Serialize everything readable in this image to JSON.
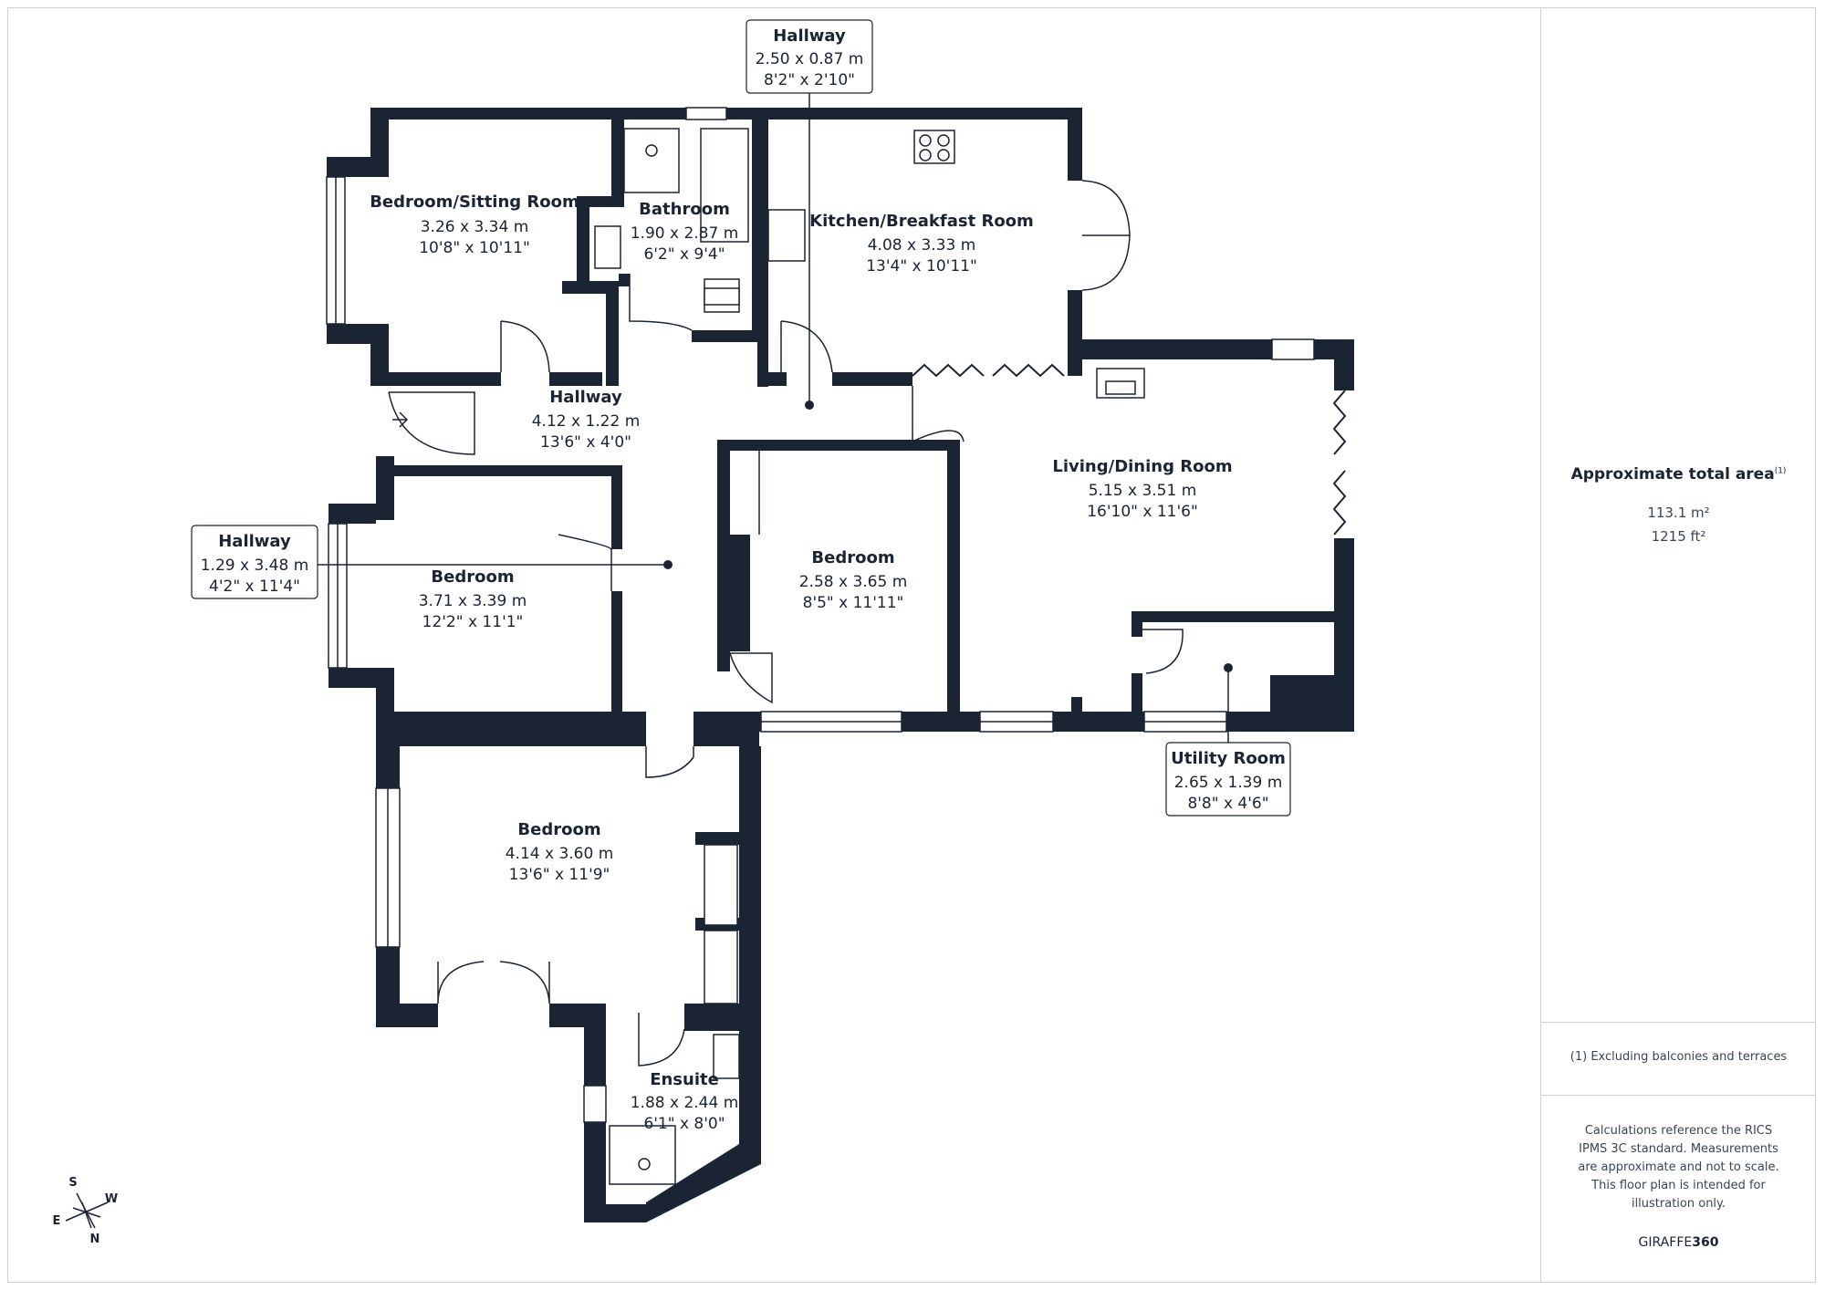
{
  "rooms": {
    "hall_top": {
      "name": "Hallway",
      "metric": "2.50 x 0.87 m",
      "imperial": "8'2\" x 2'10\""
    },
    "bedroom_sitting": {
      "name": "Bedroom/Sitting Room",
      "metric": "3.26 x 3.34 m",
      "imperial": "10'8\" x 10'11\""
    },
    "bathroom": {
      "name": "Bathroom",
      "metric": "1.90 x 2.87 m",
      "imperial": "6'2\" x 9'4\""
    },
    "kitchen": {
      "name": "Kitchen/Breakfast Room",
      "metric": "4.08 x 3.33 m",
      "imperial": "13'4\" x 10'11\""
    },
    "hall_mid": {
      "name": "Hallway",
      "metric": "4.12 x 1.22 m",
      "imperial": "13'6\" x 4'0\""
    },
    "living": {
      "name": "Living/Dining Room",
      "metric": "5.15 x 3.51 m",
      "imperial": "16'10\" x 11'6\""
    },
    "hall_left": {
      "name": "Hallway",
      "metric": "1.29 x 3.48 m",
      "imperial": "4'2\" x 11'4\""
    },
    "bedroom_west": {
      "name": "Bedroom",
      "metric": "3.71 x 3.39 m",
      "imperial": "12'2\" x 11'1\""
    },
    "bedroom_center": {
      "name": "Bedroom",
      "metric": "2.58 x 3.65 m",
      "imperial": "8'5\" x 11'11\""
    },
    "utility": {
      "name": "Utility Room",
      "metric": "2.65 x 1.39 m",
      "imperial": "8'8\" x 4'6\""
    },
    "bedroom_main": {
      "name": "Bedroom",
      "metric": "4.14 x 3.60 m",
      "imperial": "13'6\" x 11'9\""
    },
    "ensuite": {
      "name": "Ensuite",
      "metric": "1.88 x 2.44 m",
      "imperial": "6'1\" x 8'0\""
    }
  },
  "compass": {
    "s": "S",
    "w": "W",
    "e": "E",
    "n": "N"
  },
  "summary": {
    "title": "Approximate total area",
    "title_note": "(1)",
    "area_m2": "113.1 m²",
    "area_ft2": "1215 ft²",
    "footnote": "(1) Excluding balconies and terraces",
    "disclaimer": "Calculations reference the RICS IPMS 3C standard. Measurements are approximate and not to scale. This floor plan is intended for illustration only.",
    "brand_a": "GIRAFFE",
    "brand_b": "360"
  },
  "colors": {
    "wall": "#1b2433",
    "border": "#d0d0d0",
    "text": "#1b2433"
  }
}
